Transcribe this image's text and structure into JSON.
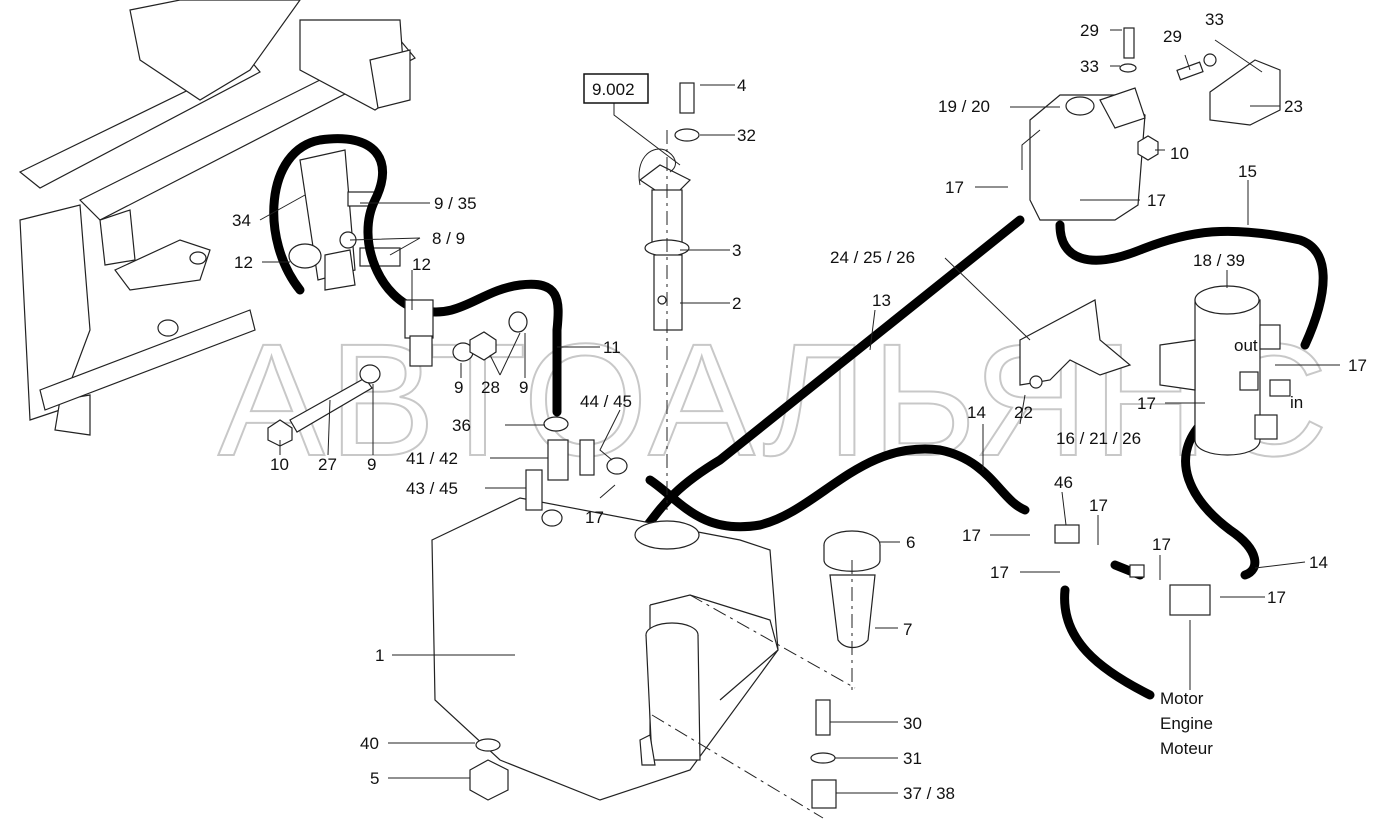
{
  "watermark": "АВТОАЛЬЯНС",
  "ref_box": "9.002",
  "labels": {
    "l4": "4",
    "l32": "32",
    "l3": "3",
    "l2": "2",
    "l29a": "29",
    "l33a": "33",
    "l29b": "29",
    "l33b": "33",
    "l23": "23",
    "l19_20": "19 / 20",
    "l10a": "10",
    "l17a": "17",
    "l17b": "17",
    "l15": "15",
    "l9_35": "9 / 35",
    "l8_9": "8  / 9",
    "l34": "34",
    "l12a": "12",
    "l12b": "12",
    "l24_25_26": "24 / 25 / 26",
    "l13": "13",
    "l18_39": "18 / 39",
    "l11": "11",
    "l9a": "9",
    "l28": "28",
    "l9b": "9",
    "l44_45": "44  / 45",
    "l36": "36",
    "l41_42": "41 / 42",
    "l43_45": "43  / 45",
    "l17c": "17",
    "l10b": "10",
    "l27": "27",
    "l9c": "9",
    "l14a": "14",
    "l22": "22",
    "l16_21_26": "16  / 21 / 26",
    "l17d": "17",
    "l17e": "17",
    "out": "out",
    "in": "in",
    "l46": "46",
    "l17f": "17",
    "l17g": "17",
    "l17h": "17",
    "l17i": "17",
    "l17j": "17",
    "l14b": "14",
    "l6": "6",
    "l7": "7",
    "l1": "1",
    "l30": "30",
    "l31": "31",
    "l37_38": "37  / 38",
    "l40": "40",
    "l5": "5"
  },
  "engine_label": [
    "Motor",
    "Engine",
    "Moteur"
  ]
}
